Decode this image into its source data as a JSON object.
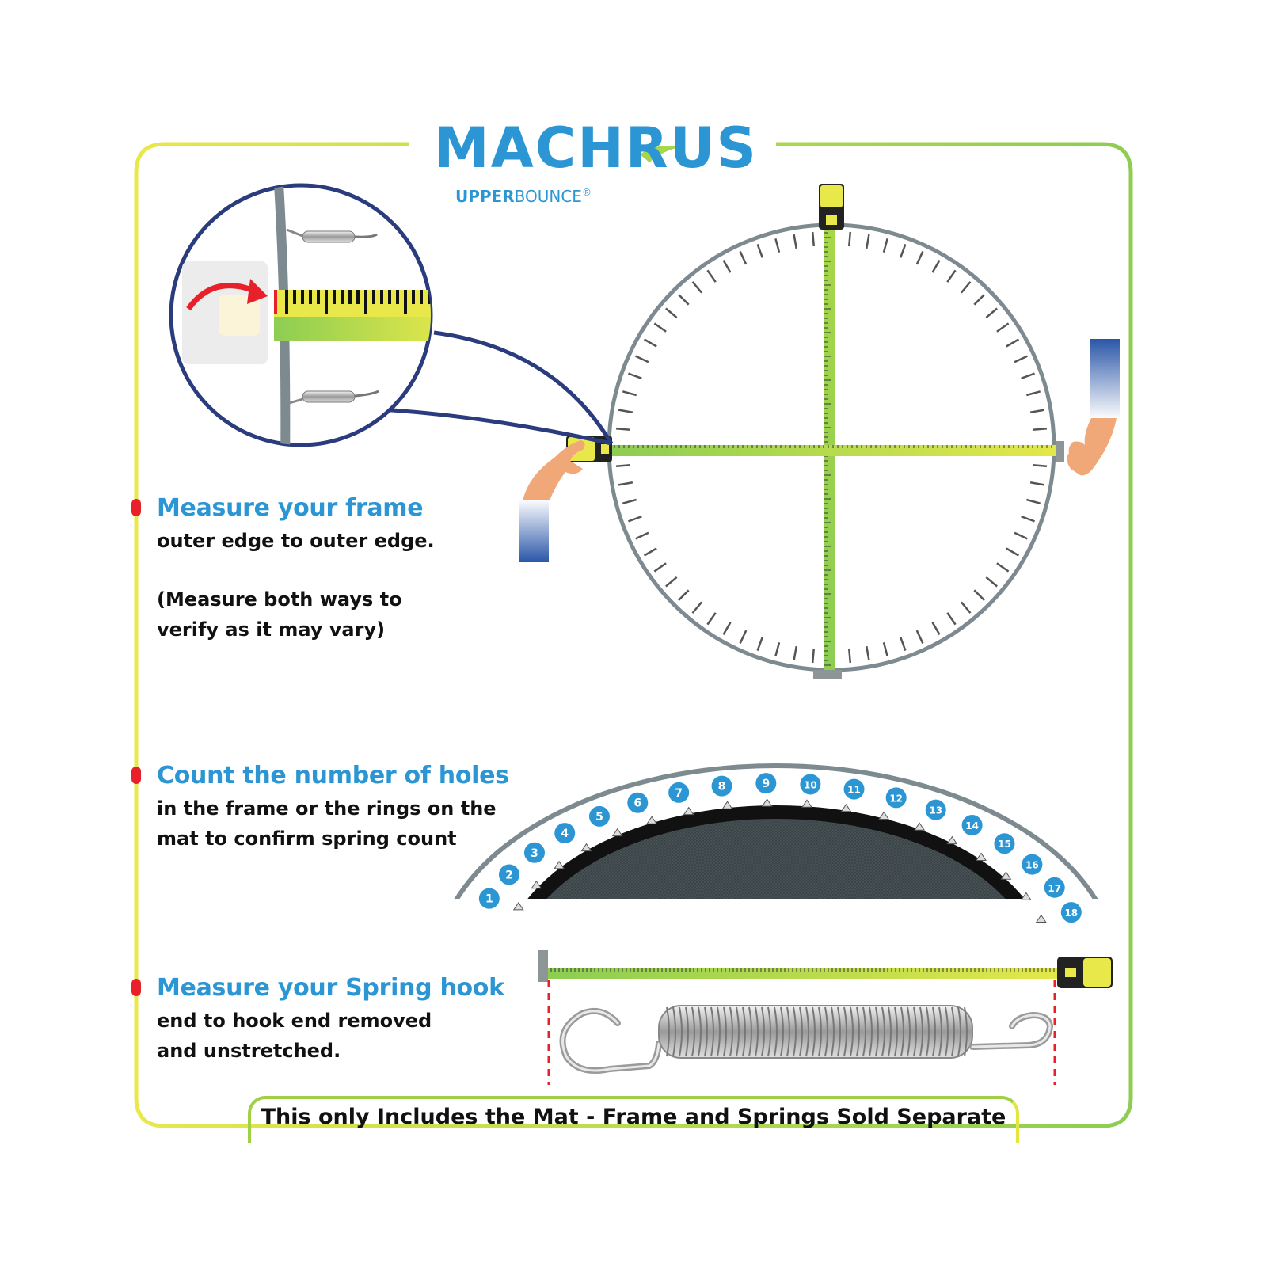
{
  "brand": {
    "name": "MACHRUS",
    "sub_bold": "UPPER",
    "sub_light": "BOUNCE",
    "registered": "®"
  },
  "sections": [
    {
      "heading": "Measure your frame",
      "lines": [
        "outer edge to outer edge.",
        "",
        "(Measure both ways to",
        "verify as it may vary)"
      ]
    },
    {
      "heading": "Count the number of holes",
      "lines": [
        "in the frame or the rings on the",
        "mat to confirm spring count"
      ]
    },
    {
      "heading": "Measure your Spring hook",
      "lines": [
        "end to hook end removed",
        "and unstretched."
      ]
    }
  ],
  "hole_numbers": [
    "1",
    "2",
    "3",
    "4",
    "5",
    "6",
    "7",
    "8",
    "9",
    "10",
    "11",
    "12",
    "13",
    "14",
    "15",
    "16",
    "17",
    "18"
  ],
  "footer": "This only Includes the Mat - Frame and Springs Sold Separate",
  "colors": {
    "accent_blue": "#2b96d3",
    "tape_green": "#9fd046",
    "tape_yellow": "#e8e84a",
    "frame_gray": "#7d8b90",
    "bullet_red": "#e8202a",
    "navy": "#2a3b7e",
    "sleeve_blue": "#2a56a8"
  }
}
